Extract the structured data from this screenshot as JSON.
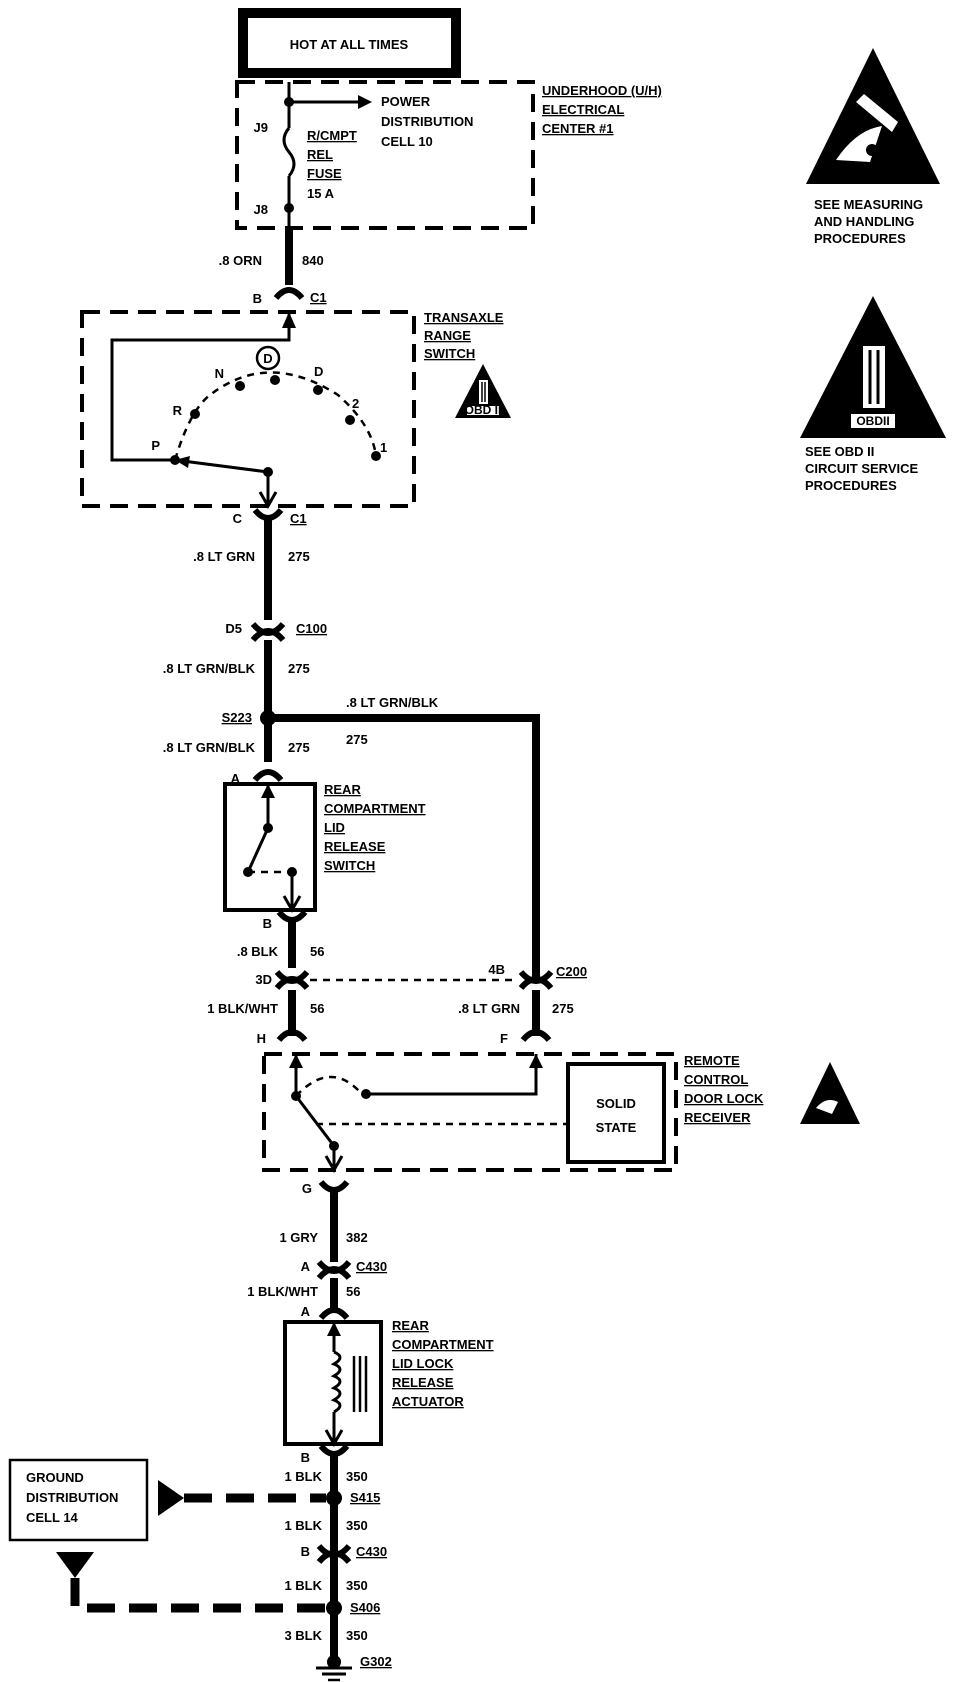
{
  "header": {
    "hot_label": "HOT AT ALL TIMES"
  },
  "underhood": {
    "title_lines": [
      "UNDERHOOD (U/H)",
      "ELECTRICAL",
      "CENTER #1"
    ],
    "pd_lines": [
      "POWER",
      "DISTRIBUTION",
      "CELL 10"
    ],
    "fuse_lines": [
      "R/CMPT",
      "REL",
      "FUSE",
      "15 A"
    ],
    "j9": "J9",
    "j8": "J8"
  },
  "wires": {
    "w840_color": ".8 ORN",
    "w840_num": "840",
    "w275a_color": ".8 LT GRN",
    "w275a_num": "275",
    "w275b_color": ".8 LT GRN/BLK",
    "w275b_num": "275",
    "w275c_color": ".8 LT GRN/BLK",
    "w275c_num": "275",
    "w275d_color": ".8 LT GRN/BLK",
    "w275d_num": "275",
    "w56a_color": ".8 BLK",
    "w56a_num": "56",
    "w56b_color": "1 BLK/WHT",
    "w56b_num": "56",
    "w275e_color": ".8 LT GRN",
    "w275e_num": "275",
    "w382_color": "1 GRY",
    "w382_num": "382",
    "w56c_color": "1 BLK/WHT",
    "w56c_num": "56",
    "w350a_color": "1 BLK",
    "w350a_num": "350",
    "w350b_color": "1 BLK",
    "w350b_num": "350",
    "w350c_color": "1 BLK",
    "w350c_num": "350",
    "w350d_color": "3 BLK",
    "w350d_num": "350"
  },
  "connectors": {
    "c1_top_pin": "B",
    "c1_top_name": "C1",
    "c1_bot_pin": "C",
    "c1_bot_name": "C1",
    "c100_pin": "D5",
    "c100_name": "C100",
    "s223": "S223",
    "pin_a1": "A",
    "pin_b1": "B",
    "c200_left_pin": "3D",
    "c200_right_pin": "4B",
    "c200_name": "C200",
    "pin_h": "H",
    "pin_f": "F",
    "pin_g": "G",
    "c430_pin": "A",
    "c430_name": "C430",
    "pin_a2": "A",
    "pin_b2": "B",
    "s415": "S415",
    "c430b_pin": "B",
    "c430b_name": "C430",
    "s406": "S406",
    "g302": "G302"
  },
  "transaxle": {
    "title_lines": [
      "TRANSAXLE",
      "RANGE",
      "SWITCH"
    ],
    "positions": [
      "P",
      "R",
      "N",
      "D",
      "2",
      "1"
    ],
    "overdrive": "D"
  },
  "rear_switch": {
    "title_lines": [
      "REAR",
      "COMPARTMENT",
      "LID",
      "RELEASE",
      "SWITCH"
    ]
  },
  "receiver": {
    "title_lines": [
      "REMOTE",
      "CONTROL",
      "DOOR LOCK",
      "RECEIVER"
    ],
    "solid_state_lines": [
      "SOLID",
      "STATE"
    ]
  },
  "actuator": {
    "title_lines": [
      "REAR",
      "COMPARTMENT",
      "LID LOCK",
      "RELEASE",
      "ACTUATOR"
    ]
  },
  "ground_box": {
    "lines": [
      "GROUND",
      "DISTRIBUTION",
      "CELL 14"
    ]
  },
  "notes": {
    "esd_lines": [
      "SEE MEASURING",
      "AND HANDLING",
      "PROCEDURES"
    ],
    "obd_lines": [
      "SEE OBD II",
      "CIRCUIT SERVICE",
      "PROCEDURES"
    ],
    "obd_badge": "OBDII",
    "obd_small": "OBD II"
  }
}
